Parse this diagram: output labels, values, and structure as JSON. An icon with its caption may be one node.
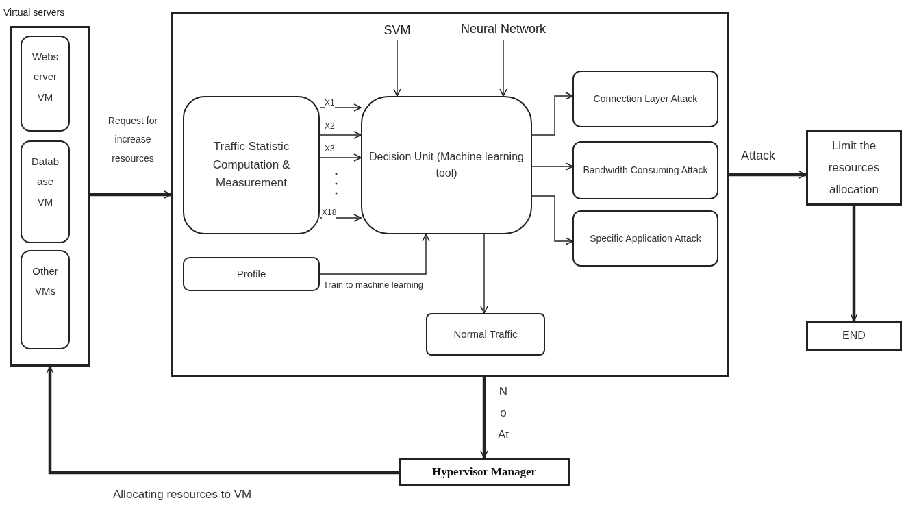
{
  "diagram": {
    "nodes": [
      {
        "text": [
          "Virtual servers"
        ]
      },
      {
        "text": [
          "Webs erver VM"
        ],
        "in": 0
      },
      {
        "text": [
          "Datab ase VM"
        ],
        "in": 0
      },
      {
        "text": [
          "Other VMs"
        ],
        "in": 0
      },
      {
        "text": [],
        "shape": "box"
      },
      {
        "text": [
          "Traffic Statistic Computation & Measurement"
        ],
        "in": 4
      },
      {
        "text": [
          "Decision Unit (Machine learning tool)"
        ],
        "in": 4
      },
      {
        "text": [
          "Profile"
        ],
        "in": 4
      },
      {
        "text": [
          "Connection Layer Attack"
        ],
        "in": 4
      },
      {
        "text": [
          "Bandwidth Consuming Attack"
        ],
        "in": 4
      },
      {
        "text": [
          "Specific Application Attack"
        ],
        "in": 4
      },
      {
        "text": [
          "Normal Traffic"
        ],
        "in": 4
      },
      {
        "text": [
          "SVM"
        ],
        "in": 4
      },
      {
        "text": [
          "Neural Network"
        ],
        "in": 4
      },
      {
        "text": [
          "Limit the resources allocation"
        ]
      },
      {
        "text": [
          "END"
        ]
      },
      {
        "text": [
          "Hypervisor Manager"
        ]
      }
    ],
    "edges": [
      {
        "from": 0,
        "to": 4,
        "arrow": "to",
        "label": "Request for increase resources",
        "style": "thick"
      },
      {
        "from": 5,
        "to": 6,
        "arrow": "to",
        "label": "X1"
      },
      {
        "from": 5,
        "to": 6,
        "arrow": "to",
        "label": "X2"
      },
      {
        "from": 5,
        "to": 6,
        "arrow": "to",
        "label": "X3"
      },
      {
        "from": 5,
        "to": 6,
        "arrow": "to",
        "label": "X18"
      },
      {
        "from": 12,
        "to": 6,
        "arrow": "to"
      },
      {
        "from": 13,
        "to": 6,
        "arrow": "to"
      },
      {
        "from": 7,
        "to": 6,
        "arrow": "to",
        "label": "Train to machine learning"
      },
      {
        "from": 6,
        "to": 8,
        "arrow": "to"
      },
      {
        "from": 6,
        "to": 9,
        "arrow": "to"
      },
      {
        "from": 6,
        "to": 10,
        "arrow": "to"
      },
      {
        "from": 6,
        "to": 11,
        "arrow": "to"
      },
      {
        "from": 4,
        "to": 14,
        "arrow": "to",
        "label": "Attack",
        "style": "thick"
      },
      {
        "from": 14,
        "to": 15,
        "arrow": "to",
        "style": "thick"
      },
      {
        "from": 4,
        "to": 16,
        "arrow": "to",
        "label": "N o At",
        "style": "thick"
      },
      {
        "from": 16,
        "to": 0,
        "arrow": "to",
        "label": "Allocating resources to VM",
        "style": "thick"
      }
    ]
  }
}
